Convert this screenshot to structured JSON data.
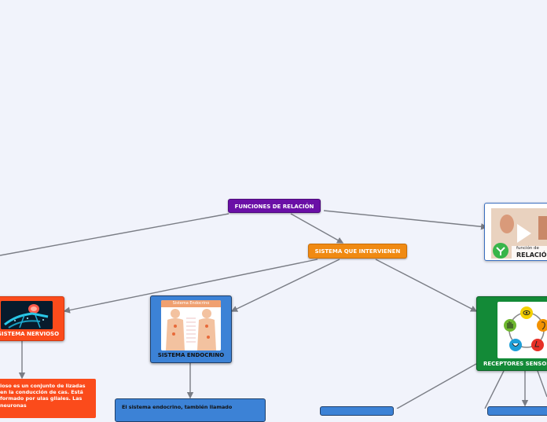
{
  "map": {
    "title": "FUNCIONES DE RELACIÓN",
    "sistemas": "SISTEMA QUE INTERVIENEN",
    "nervioso": {
      "label": "SISTEMA NERVIOSO",
      "description": "ioso es un conjunto de lizadas en la conducción de cas. Está formado por ulas gliales. Las neuronas"
    },
    "endocrino": {
      "label": "SISTEMA ENDOCRINO",
      "image_title": "Sistema Endocrino",
      "description": "El sistema endocrino, también llamado"
    },
    "receptores": {
      "label": "RECEPTORES SENSOR"
    },
    "video": {
      "caption_small": "función de",
      "caption_big": "RELACIÓ"
    }
  },
  "colors": {
    "title": "#6a0fa6",
    "sistemas": "#f08a12",
    "nervioso": "#fb4b1b",
    "endocrino": "#3c82d6",
    "receptores": "#138a37",
    "connector": "#7a7d85",
    "background": "#f1f3fb"
  }
}
